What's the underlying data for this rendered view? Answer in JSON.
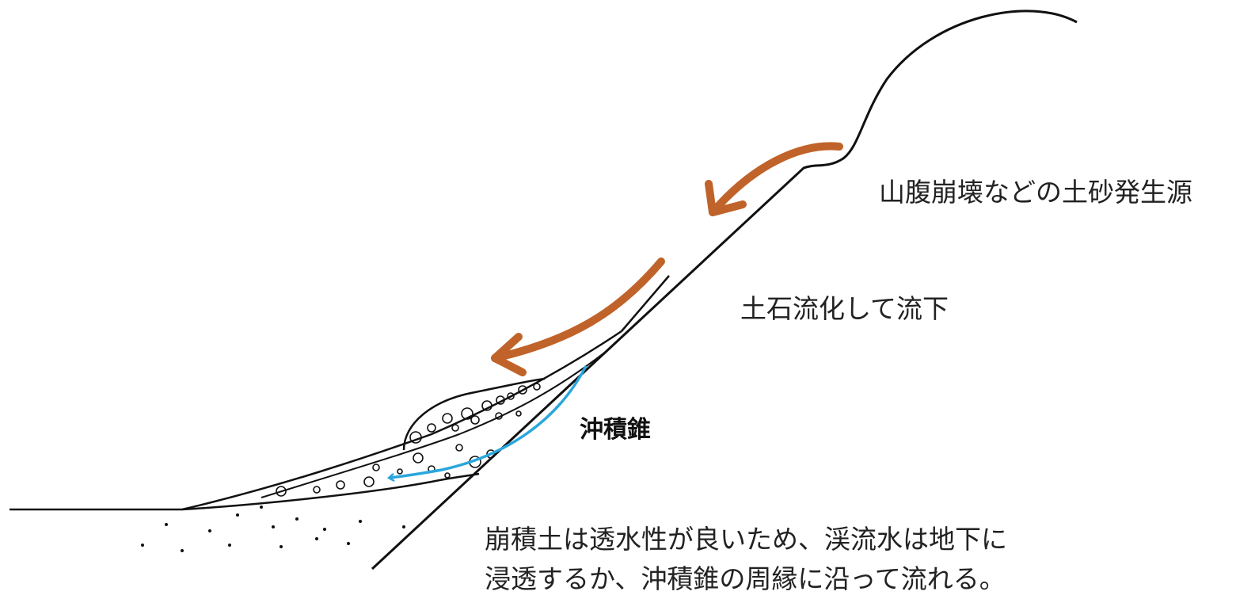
{
  "labels": {
    "source": "山腹崩壊などの土砂発生源",
    "flow": "土石流化して流下",
    "fan": "沖積錐",
    "note_line1": "崩積土は透水性が良いため、渓流水は地下に",
    "note_line2": "浸透するか、沖積錐の周縁に沿って流れる。"
  },
  "colors": {
    "debris_arrow": "#C0632A",
    "water_arrow": "#2AA6DC",
    "line": "#111111",
    "text": "#222222"
  }
}
